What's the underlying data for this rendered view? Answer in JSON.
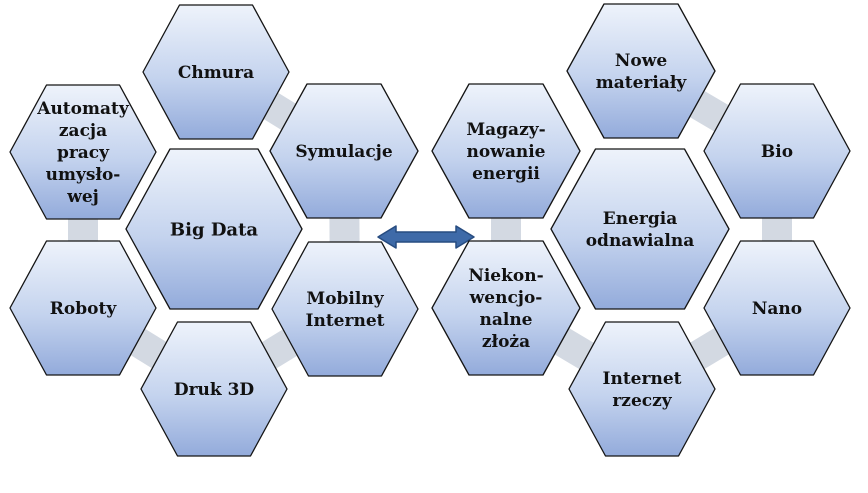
{
  "colors": {
    "hex_top": "#eef3fb",
    "hex_bottom": "#93abdb",
    "hex_stroke": "#141414",
    "connector": "#d3d9e2",
    "arrow": "#3e6aa8",
    "text": "#111111"
  },
  "left_cluster": {
    "automation": [
      "Automaty",
      "zacja",
      "pracy",
      "umysło-",
      "wej"
    ],
    "cloud": [
      "Chmura"
    ],
    "big_data": [
      "Big Data"
    ],
    "simulations": [
      "Symulacje"
    ],
    "robots": [
      "Roboty"
    ],
    "mobile_internet": [
      "Mobilny",
      "Internet"
    ],
    "printing_3d": [
      "Druk 3D"
    ]
  },
  "right_cluster": {
    "new_materials": [
      "Nowe",
      "materiały"
    ],
    "energy_storage": [
      "Magazy-",
      "nowanie",
      "energii"
    ],
    "bio": [
      "Bio"
    ],
    "renewable_energy": [
      "Energia",
      "odnawialna"
    ],
    "unconventional_deposits": [
      "Niekon-",
      "wencjo-",
      "nalne",
      "złoża"
    ],
    "nano": [
      "Nano"
    ],
    "internet_of_things": [
      "Internet",
      "rzeczy"
    ]
  },
  "center_arrow": "double-headed-arrow"
}
